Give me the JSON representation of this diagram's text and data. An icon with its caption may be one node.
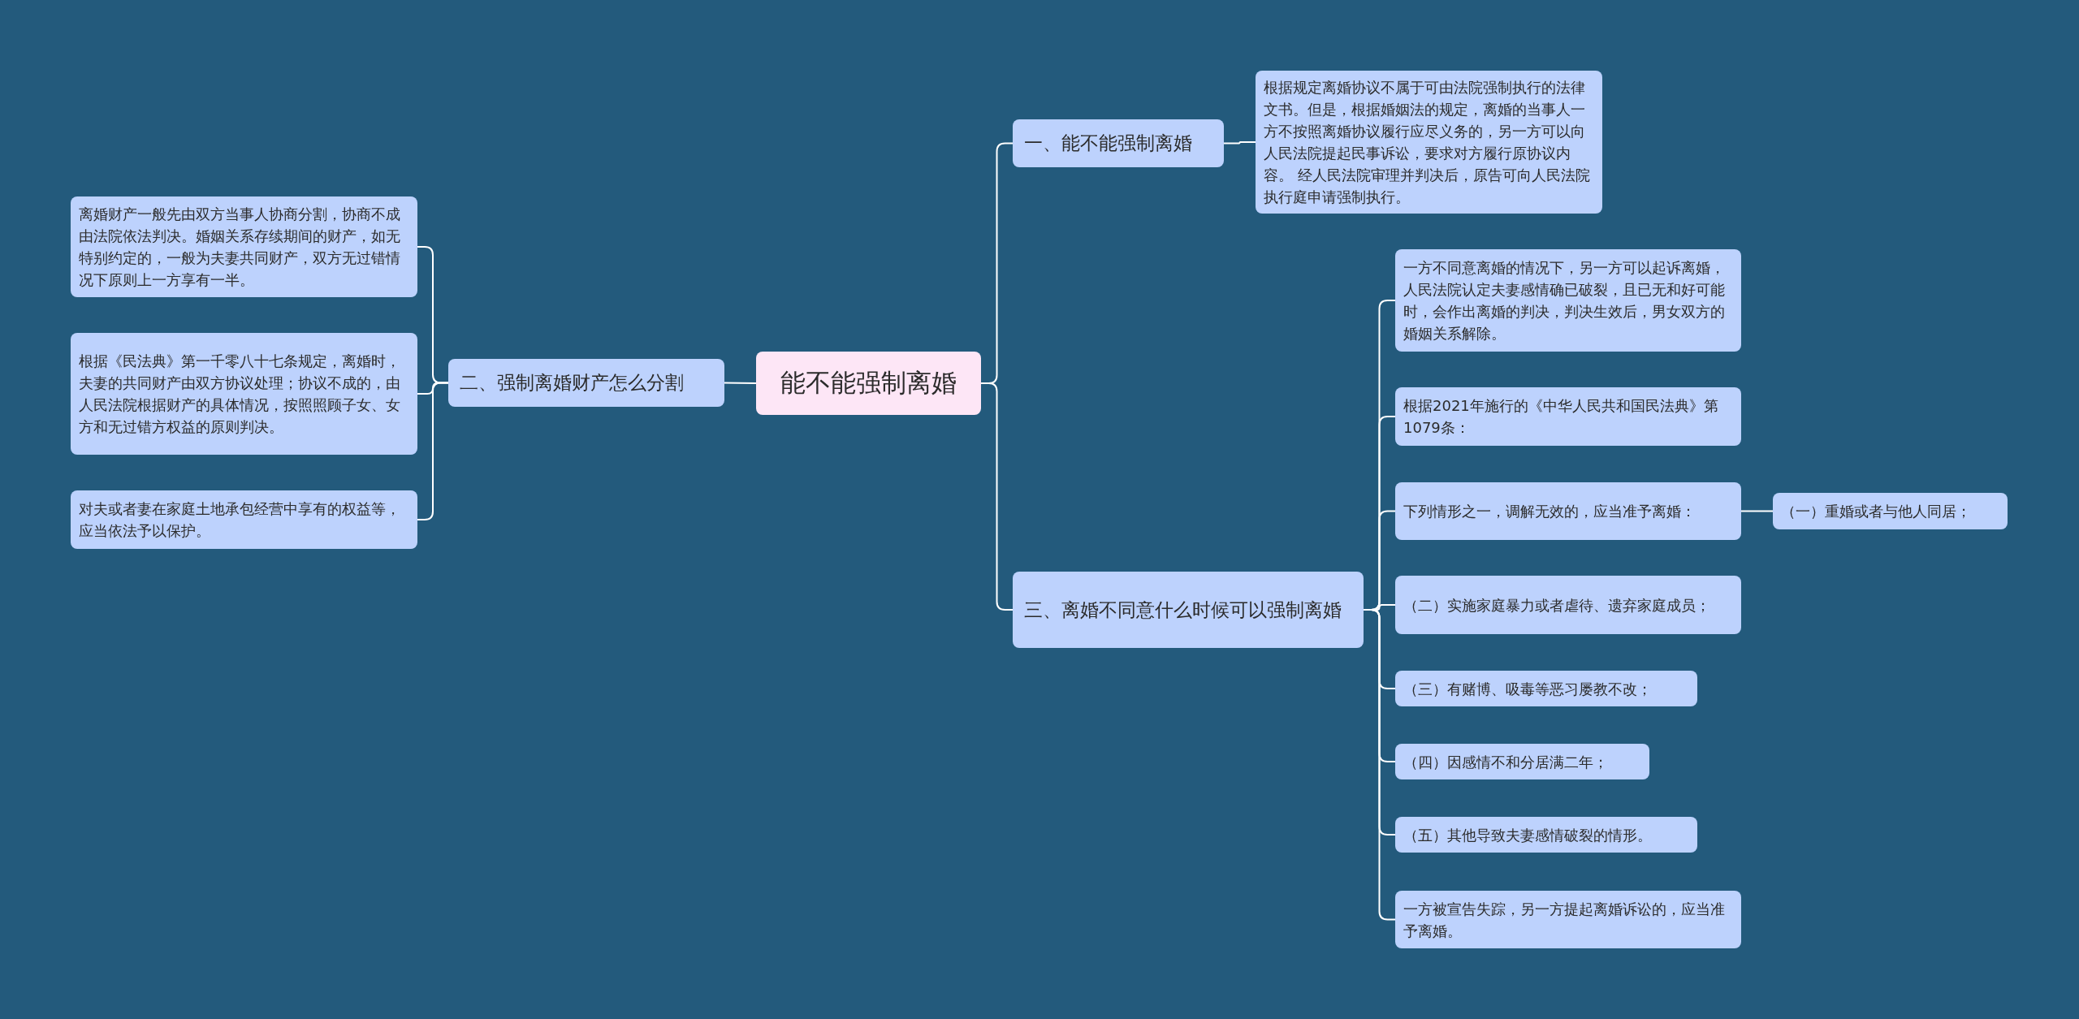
{
  "diagram": {
    "nodes": [
      {
        "text": [
          "能不能强制离婚"
        ]
      },
      {
        "text": [
          "一、能不能强制离婚"
        ]
      },
      {
        "text": [
          "根据规定离婚协议不属于可由法院强制执行的法律文书。但是，根据婚姻法的规定，离婚的当事人一方不按照离婚协议履行应尽义务的，另一方可以向人民法院提起民事诉讼，要求对方履行原协议内容。 经人民法院审理并判决后，原告可向人民法院执行庭申请强制执行。"
        ]
      },
      {
        "text": [
          "二、强制离婚财产怎么分割"
        ]
      },
      {
        "text": [
          "离婚财产一般先由双方当事人协商分割，协商不成由法院依法判决。婚姻关系存续期间的财产，如无特别约定的，一般为夫妻共同财产，双方无过错情况下原则上一方享有一半。"
        ]
      },
      {
        "text": [
          "根据《民法典》第一千零八十七条规定，离婚时，夫妻的共同财产由双方协议处理；协议不成的，由人民法院根据财产的具体情况，按照照顾子女、女方和无过错方权益的原则判决。"
        ]
      },
      {
        "text": [
          "对夫或者妻在家庭土地承包经营中享有的权益等，应当依法予以保护。"
        ]
      },
      {
        "text": [
          "三、离婚不同意什么时候可以强制离婚"
        ]
      },
      {
        "text": [
          "一方不同意离婚的情况下，另一方可以起诉离婚，人民法院认定夫妻感情确已破裂，且已无和好可能时，会作出离婚的判决，判决生效后，男女双方的婚姻关系解除。"
        ]
      },
      {
        "text": [
          "根据2021年施行的《中华人民共和国民法典》第1079条："
        ]
      },
      {
        "text": [
          "下列情形之一，调解无效的，应当准予离婚："
        ]
      },
      {
        "text": [
          "（一）重婚或者与他人同居；"
        ]
      },
      {
        "text": [
          "（二）实施家庭暴力或者虐待、遗弃家庭成员；"
        ]
      },
      {
        "text": [
          "（三）有赌博、吸毒等恶习屡教不改；"
        ]
      },
      {
        "text": [
          "（四）因感情不和分居满二年；"
        ]
      },
      {
        "text": [
          "（五）其他导致夫妻感情破裂的情形。"
        ]
      },
      {
        "text": [
          "一方被宣告失踪，另一方提起离婚诉讼的，应当准予离婚。"
        ]
      }
    ],
    "edges": [
      {
        "from": 0,
        "to": 1,
        "arrow": "none"
      },
      {
        "from": 1,
        "to": 2,
        "arrow": "none"
      },
      {
        "from": 0,
        "to": 3,
        "arrow": "none"
      },
      {
        "from": 3,
        "to": 4,
        "arrow": "none"
      },
      {
        "from": 3,
        "to": 5,
        "arrow": "none"
      },
      {
        "from": 3,
        "to": 6,
        "arrow": "none"
      },
      {
        "from": 0,
        "to": 7,
        "arrow": "none"
      },
      {
        "from": 7,
        "to": 8,
        "arrow": "none"
      },
      {
        "from": 7,
        "to": 9,
        "arrow": "none"
      },
      {
        "from": 7,
        "to": 10,
        "arrow": "none"
      },
      {
        "from": 10,
        "to": 11,
        "arrow": "none"
      },
      {
        "from": 7,
        "to": 12,
        "arrow": "none"
      },
      {
        "from": 7,
        "to": 13,
        "arrow": "none"
      },
      {
        "from": 7,
        "to": 14,
        "arrow": "none"
      },
      {
        "from": 7,
        "to": 15,
        "arrow": "none"
      },
      {
        "from": 7,
        "to": 16,
        "arrow": "none"
      }
    ]
  }
}
